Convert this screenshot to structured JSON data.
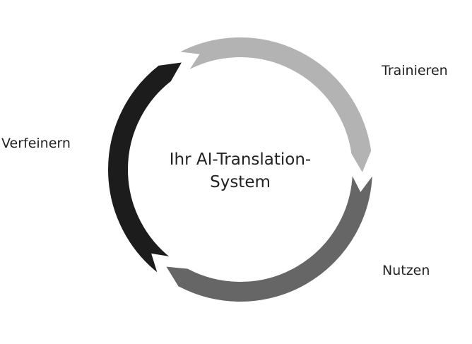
{
  "diagram": {
    "center_title_line1": "Ihr AI-Translation-",
    "center_title_line2": "System",
    "stages": [
      {
        "label": "Trainieren",
        "color": "#b3b3b3"
      },
      {
        "label": "Nutzen",
        "color": "#666666"
      },
      {
        "label": "Verfeinern",
        "color": "#1c1c1c"
      }
    ]
  }
}
